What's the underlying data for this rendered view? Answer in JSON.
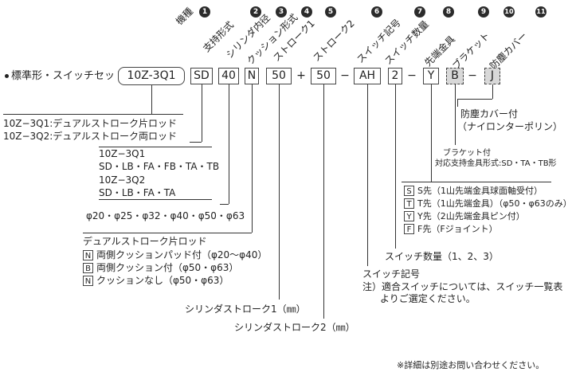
{
  "headers": [
    {
      "label": "機種",
      "num": "1"
    },
    {
      "label": "支持形式",
      "num": "2"
    },
    {
      "label": "シリンダ内径",
      "num": "3"
    },
    {
      "label": "クッション形式",
      "num": "4"
    },
    {
      "label": "ストローク1",
      "num": "5"
    },
    {
      "label": "ストローク2",
      "num": "6"
    },
    {
      "label": "スイッチ記号",
      "num": "7"
    },
    {
      "label": "スイッチ数量",
      "num": "8"
    },
    {
      "label": "先端金具",
      "num": "9"
    },
    {
      "label": "ブラケット",
      "num": "10"
    },
    {
      "label": "防塵カバー",
      "num": "11"
    }
  ],
  "model_line": {
    "prefix": "標準形・スイッチセット",
    "model": "10Z-3Q1",
    "mount": "SD",
    "bore": "40",
    "cushion": "N",
    "stroke1": "50",
    "plus": "+",
    "stroke2": "50",
    "dash1": "−",
    "switch": "AH",
    "qty": "2",
    "dash2": "−",
    "tip": "Y",
    "bracket": "B",
    "dash3": "−",
    "cover": "J"
  },
  "model_desc": [
    "10Z−3Q1:デュアルストローク片ロッド",
    "10Z−3Q2:デュアルストローク両ロッド"
  ],
  "mount_desc": [
    "10Z−3Q1",
    "SD・LB・FA・FB・TA・TB",
    "10Z−3Q2",
    "SD・LB・FA・TA"
  ],
  "bore_desc": "φ20・φ25・φ32・φ40・φ50・φ63",
  "cushion_desc": {
    "title": "デュアルストローク片ロッド",
    "items": [
      {
        "code": "N",
        "text": "両側クッションパッド付（φ20〜φ40）"
      },
      {
        "code": "B",
        "text": "両側クッション付（φ50・φ63）"
      },
      {
        "code": "N",
        "text": "クッションなし（φ50・φ63）"
      }
    ]
  },
  "stroke1_desc": "シリンダストローク1（㎜）",
  "stroke2_desc": "シリンダストローク2（㎜）",
  "switch_desc": "スイッチ記号",
  "switch_note": [
    "注）適合スイッチについては、スイッチ一覧表",
    "よりご選定ください。"
  ],
  "qty_desc": "スイッチ数量（1、2、3）",
  "tip_desc": [
    {
      "code": "S",
      "text": "S先（1山先端金具球面軸受付）"
    },
    {
      "code": "T",
      "text": "T先（1山先端金具）（φ50・φ63のみ）"
    },
    {
      "code": "Y",
      "text": "Y先（2山先端金具ピン付）"
    },
    {
      "code": "F",
      "text": "F先（Fジョイント）"
    }
  ],
  "bracket_desc": [
    "ブラケット付",
    "対応支持金具形式:SD・TA・TB形"
  ],
  "cover_desc": [
    "防塵カバー付",
    "（ナイロンターポリン）"
  ],
  "footnote": "※詳細は別途お問い合わせください。"
}
